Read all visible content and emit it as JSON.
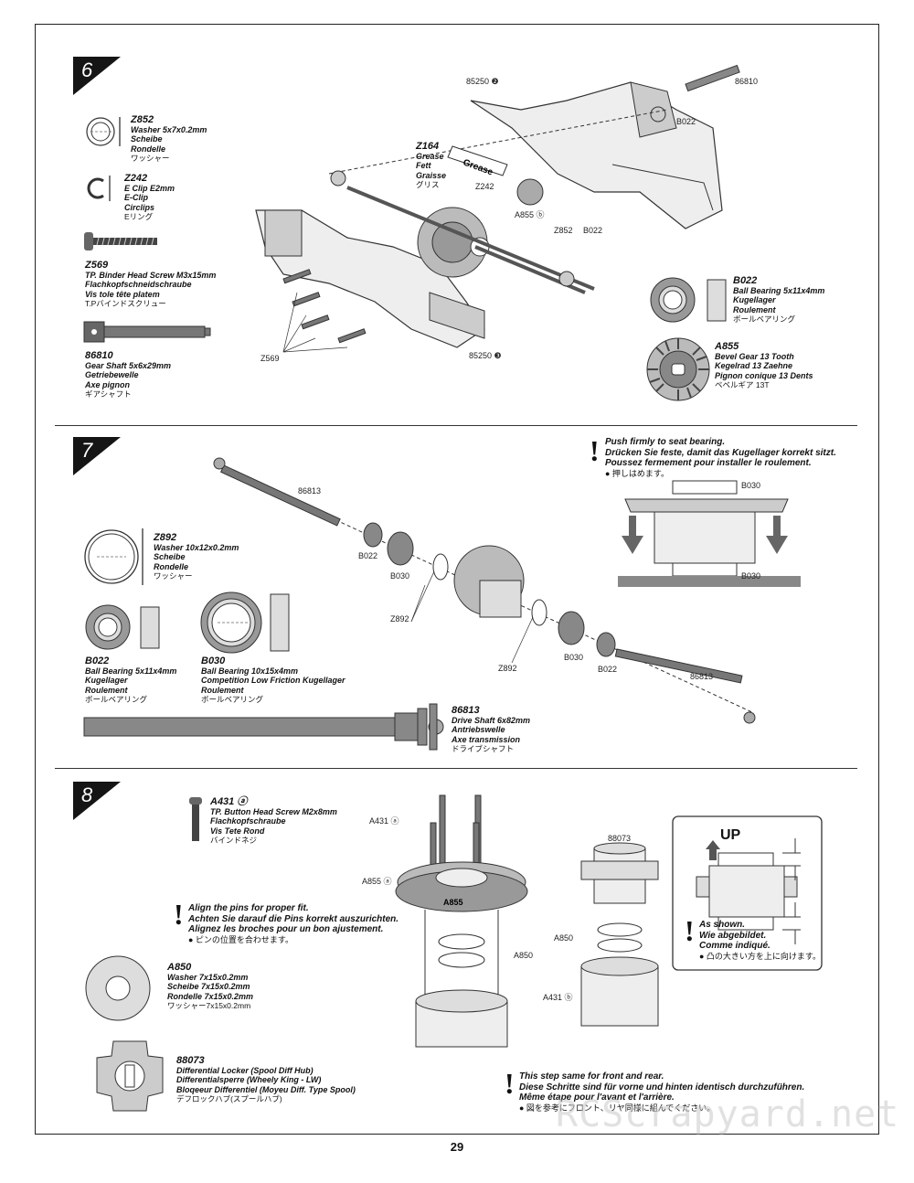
{
  "page_number": "29",
  "watermark": "RCScrapyard.net",
  "steps": [
    {
      "number": "6"
    },
    {
      "number": "7"
    },
    {
      "number": "8"
    }
  ],
  "step6": {
    "parts": {
      "z852": {
        "code": "Z852",
        "lines": [
          "Washer 5x7x0.2mm",
          "Scheibe",
          "Rondelle"
        ],
        "jp": "ワッシャー"
      },
      "z242": {
        "code": "Z242",
        "lines": [
          "E Clip E2mm",
          "E-Clip",
          "Circlips"
        ],
        "jp": "Eリング"
      },
      "z569": {
        "code": "Z569",
        "lines": [
          "TP. Binder Head Screw M3x15mm",
          "Flachkopfschneidschraube",
          "Vis tole tête platem"
        ],
        "jp": "T.Pバインドスクリュー"
      },
      "p86810": {
        "code": "86810",
        "lines": [
          "Gear Shaft 5x6x29mm",
          "Getriebewelle",
          "Axe pignon"
        ],
        "jp": "ギアシャフト"
      },
      "b022": {
        "code": "B022",
        "lines": [
          "Ball Bearing 5x11x4mm",
          "Kugellager",
          "Roulement"
        ],
        "jp": "ボールベアリング"
      },
      "a855": {
        "code": "A855",
        "lines": [
          "Bevel Gear 13 Tooth",
          "Kegelrad 13 Zaehne",
          "Pignon conique 13 Dents"
        ],
        "jp": "ベベルギア 13T"
      }
    },
    "grease": {
      "code": "Z164",
      "lines": [
        "Grease",
        "Fett",
        "Graisse"
      ],
      "jp": "グリス",
      "tube_label": "Grease"
    },
    "callouts": {
      "c85250a": "85250 ❷",
      "c86810": "86810",
      "cb022a": "B022",
      "cz242": "Z242",
      "ca855": "A855 ⓑ",
      "cz852": "Z852",
      "cb022b": "B022",
      "c85250b": "85250 ❸",
      "cz569": "Z569"
    }
  },
  "step7": {
    "parts": {
      "z892": {
        "code": "Z892",
        "lines": [
          "Washer 10x12x0.2mm",
          "Scheibe",
          "Rondelle"
        ],
        "jp": "ワッシャー"
      },
      "b022": {
        "code": "B022",
        "lines": [
          "Ball Bearing 5x11x4mm",
          "Kugellager",
          "Roulement"
        ],
        "jp": "ボールベアリング"
      },
      "b030": {
        "code": "B030",
        "lines": [
          "Ball Bearing 10x15x4mm",
          "Competition Low Friction Kugellager",
          "Roulement"
        ],
        "jp": "ボールベアリング"
      },
      "p86813": {
        "code": "86813",
        "lines": [
          "Drive Shaft 6x82mm",
          "Antriebswelle",
          "Axe transmission"
        ],
        "jp": "ドライブシャフト"
      }
    },
    "note": {
      "lines": [
        "Push firmly to seat bearing.",
        "Drücken Sie feste, damit das Kugellager korrekt sitzt.",
        "Poussez fermement pour installer le roulement."
      ],
      "jp": "● 押しはめます。"
    },
    "callouts": {
      "c86813a": "86813",
      "cb022a": "B022",
      "cb030a": "B030",
      "cz892a": "Z892",
      "cz892b": "Z892",
      "cb030b": "B030",
      "cb022b": "B022",
      "c86813b": "86813",
      "cdetail_top": "B030",
      "cdetail_bot": "B030"
    }
  },
  "step8": {
    "parts": {
      "a431": {
        "code": "A431 ⓐ",
        "lines": [
          "TP. Button Head Screw M2x8mm",
          "Flachkopfschraube",
          "Vis Tete Rond"
        ],
        "jp": "バインドネジ"
      },
      "a850": {
        "code": "A850",
        "lines": [
          "Washer 7x15x0.2mm",
          "Scheibe 7x15x0.2mm",
          "Rondelle 7x15x0.2mm"
        ],
        "jp": "ワッシャー7x15x0.2mm"
      },
      "p88073": {
        "code": "88073",
        "lines": [
          "Differential Locker (Spool Diff Hub)",
          "Differentialsperre (Wheely King - LW)",
          "Bloqeeur Differentiel (Moyeu Diff. Type Spool)"
        ],
        "jp": "デフロックハブ(スプールハブ)"
      }
    },
    "note_pins": {
      "lines": [
        "Align the pins for proper fit.",
        "Achten Sie darauf die Pins korrekt auszurichten.",
        "Alignez les broches pour un bon ajustement."
      ],
      "jp": "● ピンの位置を合わせます。"
    },
    "note_shown": {
      "lines": [
        "As shown.",
        "Wie abgebildet.",
        "Comme indiqué."
      ],
      "jp": "● 凸の大きい方を上に向けます。"
    },
    "note_same": {
      "lines": [
        "This step same for front and rear.",
        "Diese Schritte sind für vorne und hinten identisch durchzuführen.",
        "Même étape pour l'avant et l'arrière."
      ],
      "jp": "● 図を参考にフロント、リヤ同様に組んでください。"
    },
    "up_label": "UP",
    "gear_text": "A855",
    "callouts": {
      "ca431a": "A431 ⓐ",
      "ca855": "A855 ⓐ",
      "ca850a": "A850",
      "c88073": "88073",
      "ca850b": "A850",
      "ca431b": "A431 ⓑ"
    }
  }
}
